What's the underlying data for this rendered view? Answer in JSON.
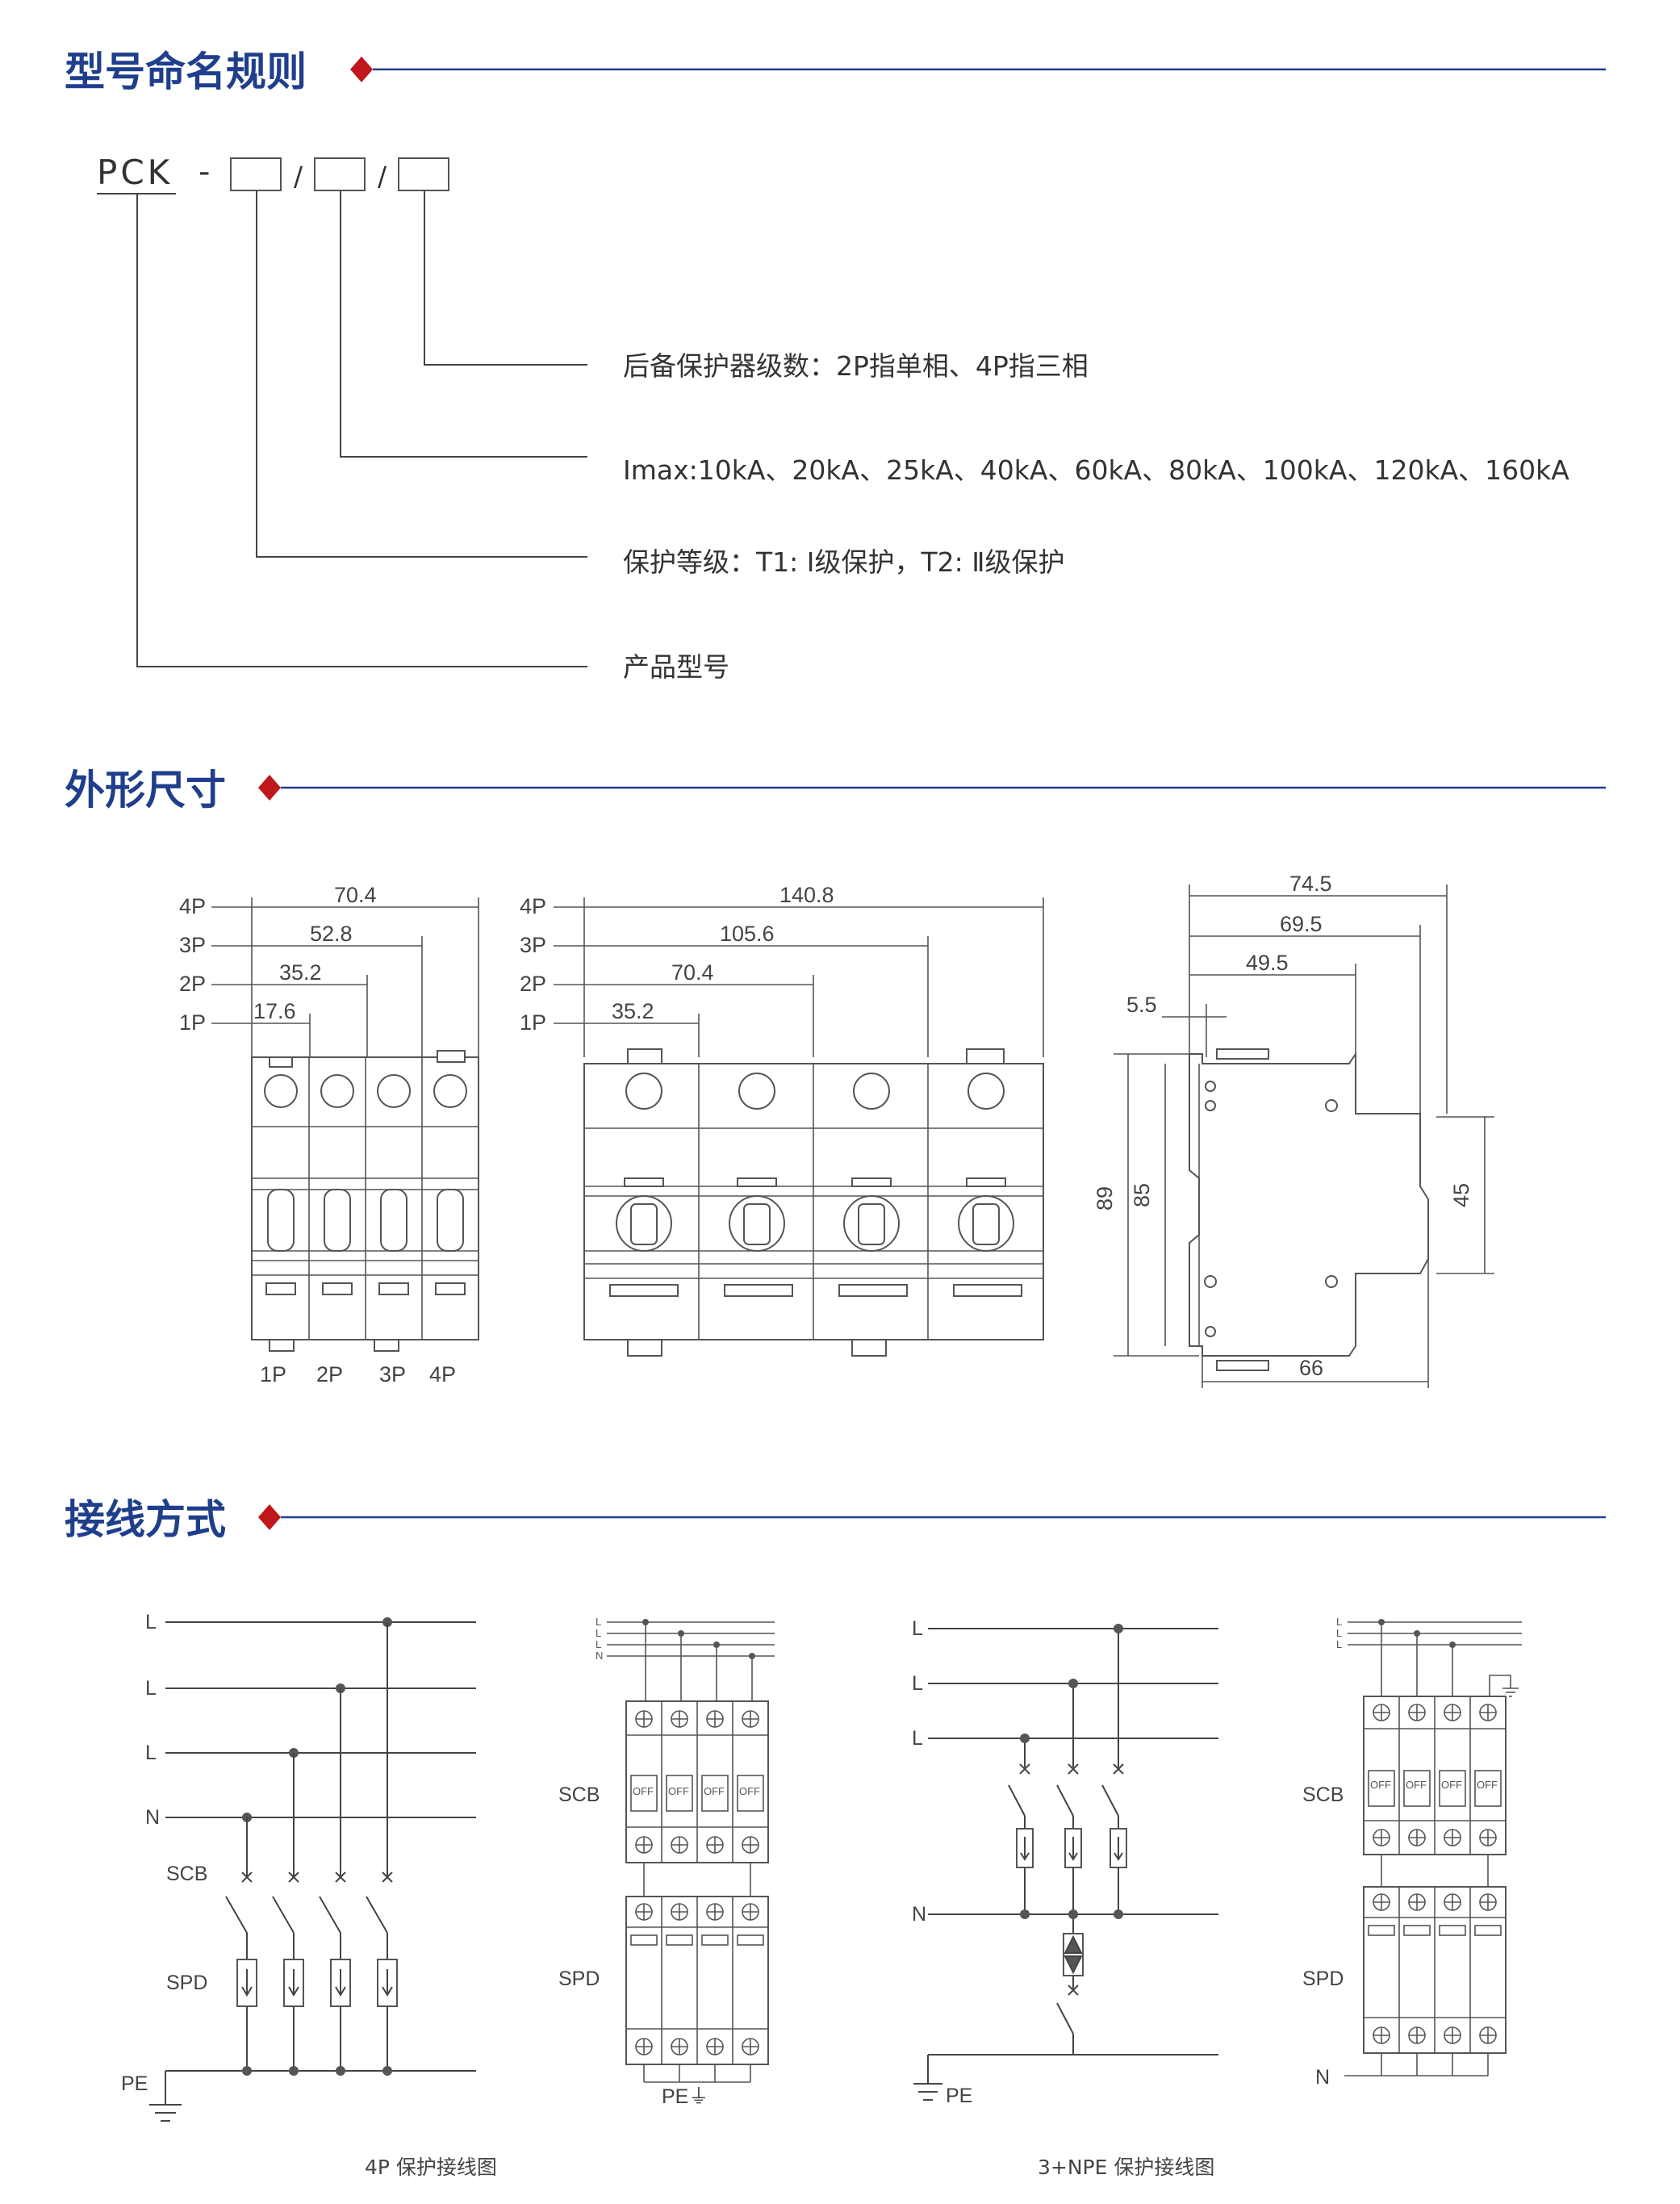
{
  "sections": {
    "naming_title": "型号命名规则",
    "dimensions_title": "外形尺寸",
    "wiring_title": "接线方式"
  },
  "naming": {
    "prefix": "PCK",
    "dash": "-",
    "slash": "/",
    "items": [
      "后备保护器级数：2P指单相、4P指三相",
      "Imax:10kA、20kA、25kA、40kA、60kA、80kA、100kA、120kA、160kA",
      "保护等级：T1: Ⅰ级保护，T2: Ⅱ级保护",
      "产品型号"
    ]
  },
  "dims": {
    "left": {
      "poles": [
        "4P",
        "3P",
        "2P",
        "1P"
      ],
      "widths": [
        "70.4",
        "52.8",
        "35.2",
        "17.6"
      ],
      "bottom_labels": [
        "1P",
        "2P",
        "3P",
        "4P"
      ]
    },
    "middle": {
      "poles": [
        "4P",
        "3P",
        "2P",
        "1P"
      ],
      "widths": [
        "140.8",
        "105.6",
        "70.4",
        "35.2"
      ]
    },
    "side": {
      "top": [
        "74.5",
        "69.5",
        "49.5",
        "5.5"
      ],
      "heights": [
        "89",
        "85",
        "45"
      ],
      "bottom": "66"
    }
  },
  "wiring": {
    "line": "L",
    "neutral": "N",
    "pe": "PE",
    "scb": "SCB",
    "spd": "SPD",
    "off": "OFF",
    "pe_bus": "PE⏚",
    "caption_4p": "4P 保护接线图",
    "caption_3npe": "3+NPE 保护接线图"
  },
  "colors": {
    "heading": "#1f3f8c",
    "diamond": "#c0171c",
    "rule": "#1f3f8c",
    "drawing": "#555555"
  }
}
